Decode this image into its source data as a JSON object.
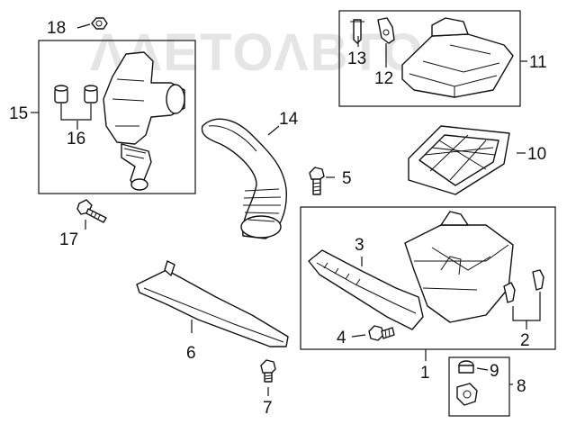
{
  "watermark": "ΛΛΕΤΟΛΒΤΟ",
  "callouts": {
    "c1": "1",
    "c2": "2",
    "c3": "3",
    "c4": "4",
    "c5": "5",
    "c6": "6",
    "c7": "7",
    "c8": "8",
    "c9": "9",
    "c10": "10",
    "c11": "11",
    "c12": "12",
    "c13": "13",
    "c14": "14",
    "c15": "15",
    "c16": "16",
    "c17": "17",
    "c18": "18"
  },
  "colors": {
    "line": "#111111",
    "background": "#ffffff",
    "watermark": "#d0d0d0"
  }
}
